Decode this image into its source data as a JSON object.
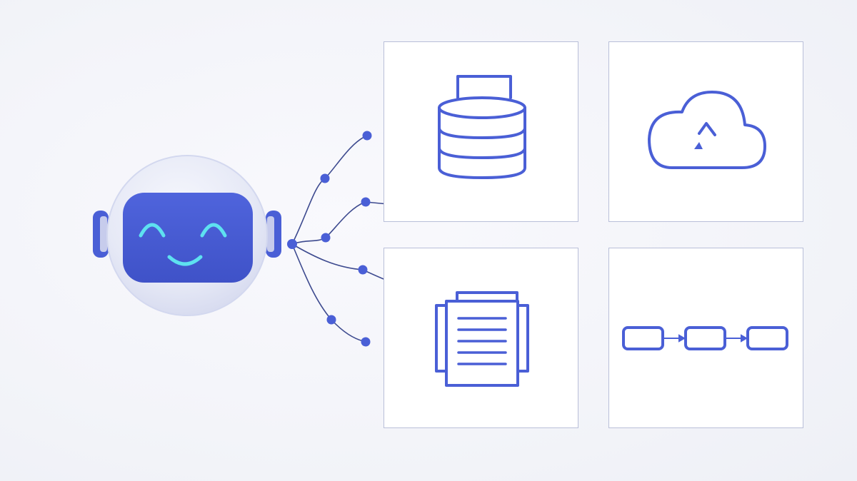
{
  "diagram": {
    "hub": {
      "icon": "robot-face-icon"
    },
    "connector_count": 5,
    "panels": [
      {
        "id": "database",
        "icon": "database-icon"
      },
      {
        "id": "cloud",
        "icon": "cloud-upload-icon"
      },
      {
        "id": "document",
        "icon": "document-stack-icon"
      },
      {
        "id": "workflow",
        "icon": "workflow-steps-icon"
      }
    ]
  },
  "colors": {
    "accent": "#4a5fd6",
    "accent_dark": "#3c4fc4",
    "face_glow": "#5ee1f0",
    "line": "#3d4a8f",
    "panel_border": "#b9bfd9",
    "panel_bg": "#ffffff",
    "robot_shell": "#e7eaf7"
  }
}
